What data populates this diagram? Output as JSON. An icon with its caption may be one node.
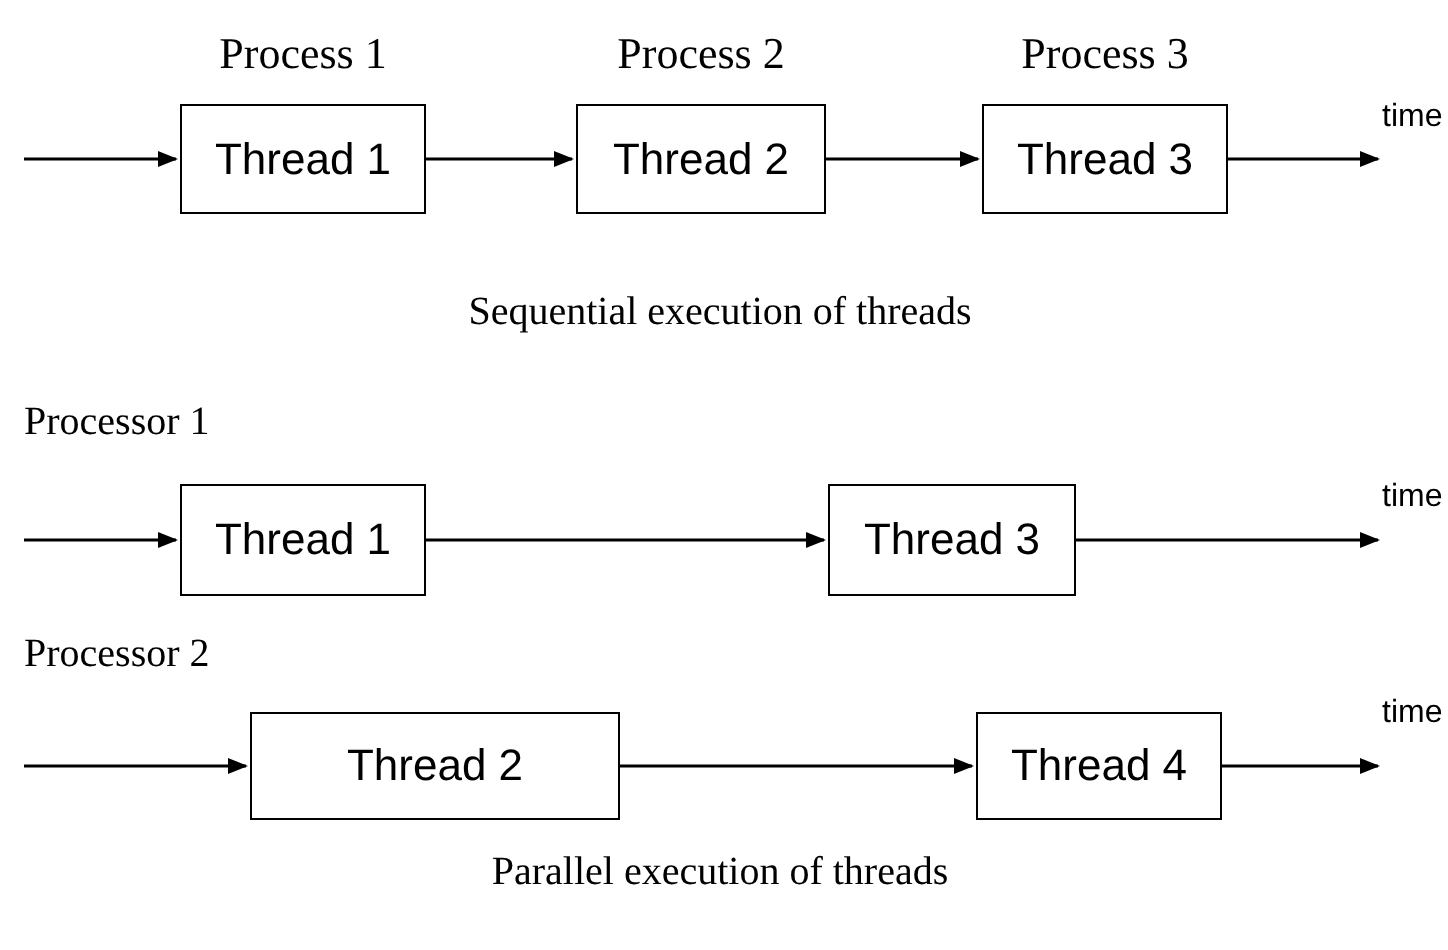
{
  "diagram": {
    "nodes": [
      {
        "text": [
          "Thread 1"
        ],
        "beside": [
          "Process 1"
        ]
      },
      {
        "text": [
          "Thread 2"
        ],
        "beside": [
          "Process 2"
        ]
      },
      {
        "text": [
          "Thread 3"
        ],
        "beside": [
          "Process 3"
        ]
      },
      {
        "text": [
          "time"
        ]
      },
      {
        "text": [
          "Thread 1"
        ]
      },
      {
        "text": [
          "Thread 3"
        ]
      },
      {
        "text": [
          "time"
        ]
      },
      {
        "text": [
          "Thread 2"
        ]
      },
      {
        "text": [
          "Thread 4"
        ]
      },
      {
        "text": [
          "time"
        ]
      }
    ],
    "edges": [
      {
        "from": null,
        "to": 0,
        "arrow": "to"
      },
      {
        "from": 0,
        "to": 1,
        "arrow": "to"
      },
      {
        "from": 1,
        "to": 2,
        "arrow": "to"
      },
      {
        "from": 2,
        "to": 3,
        "arrow": "to"
      },
      {
        "from": null,
        "to": 4,
        "arrow": "to"
      },
      {
        "from": 4,
        "to": 5,
        "arrow": "to"
      },
      {
        "from": 5,
        "to": 6,
        "arrow": "to"
      },
      {
        "from": null,
        "to": 7,
        "arrow": "to"
      },
      {
        "from": 7,
        "to": 8,
        "arrow": "to"
      },
      {
        "from": 8,
        "to": 9,
        "arrow": "to"
      }
    ],
    "labels": [
      "Sequential execution of threads",
      "Processor 1",
      "Processor 2",
      "Parallel execution of threads"
    ]
  }
}
